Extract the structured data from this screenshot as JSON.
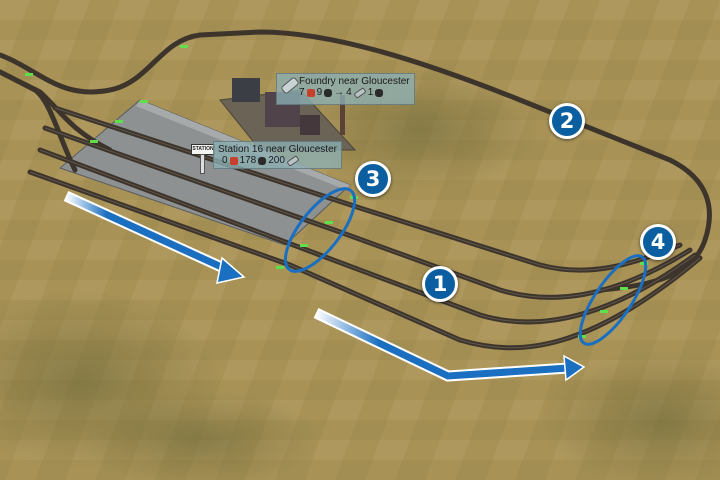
{
  "scene": {
    "type": "railway-layout-guide",
    "ground_color": "#a89256",
    "track_color": "#3d352c",
    "annotation_color": "#1a6fc0"
  },
  "industry_label": {
    "title": "Foundry near Gloucester",
    "production": {
      "ore": "7",
      "coal": "9",
      "arrow": "→",
      "steel": "4",
      "steel_tail": "1"
    }
  },
  "station_label": {
    "sign": "STATION",
    "title": "Station 16 near Gloucester",
    "cargo": {
      "ore": "0",
      "coal": "178",
      "steel": "200"
    }
  },
  "markers": [
    {
      "id": 1,
      "label": "1"
    },
    {
      "id": 2,
      "label": "2"
    },
    {
      "id": 3,
      "label": "3"
    },
    {
      "id": 4,
      "label": "4"
    }
  ]
}
